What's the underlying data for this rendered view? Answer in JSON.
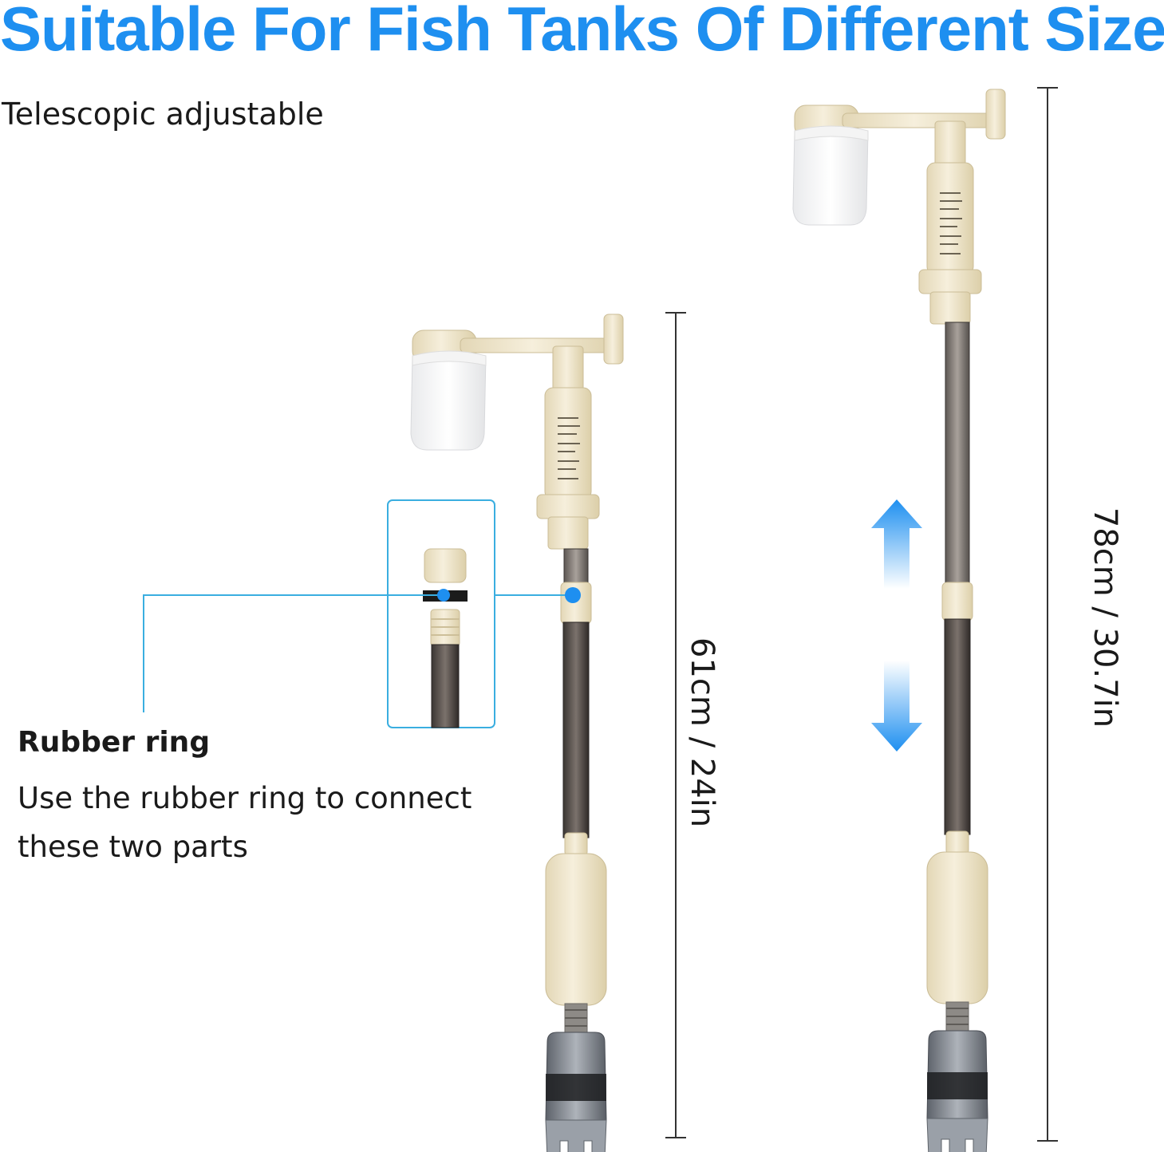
{
  "heading": "Suitable For Fish Tanks Of Different Sizes",
  "subheading": "Telescopic adjustable",
  "callout": {
    "title": "Rubber ring",
    "description": "Use the rubber ring to connect these two parts"
  },
  "dimensions": {
    "short": "61cm / 24in",
    "long": "78cm / 30.7in"
  },
  "colors": {
    "accent": "#1e8ff0",
    "callout_line": "#3aaee0",
    "body_beige": "#efe6cc"
  }
}
